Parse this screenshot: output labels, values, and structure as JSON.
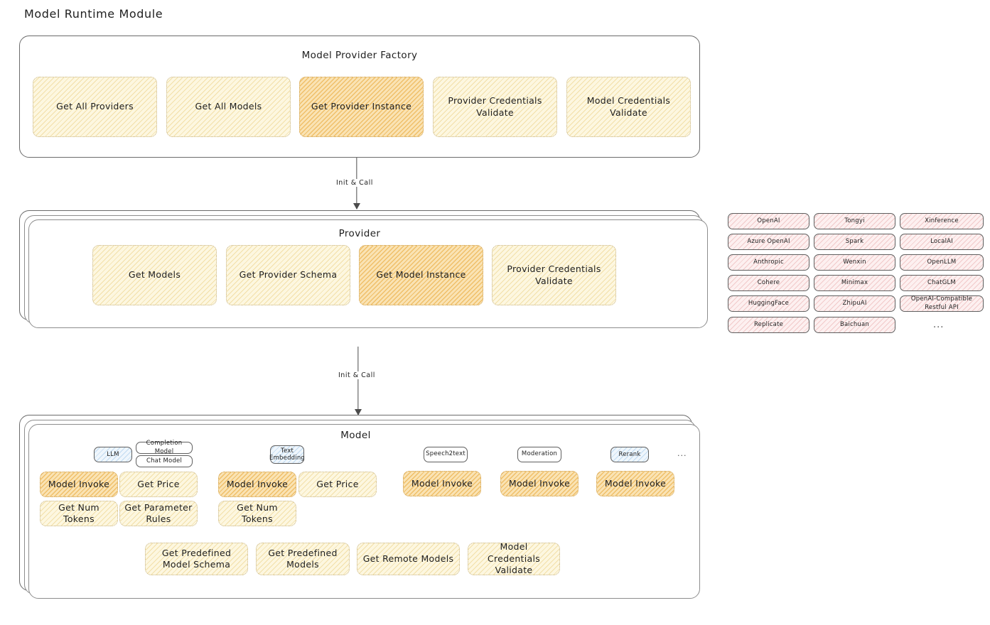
{
  "page": {
    "title": "Model Runtime Module"
  },
  "factory": {
    "title": "Model Provider Factory",
    "nodes": [
      {
        "label": "Get All Providers",
        "highlight": false
      },
      {
        "label": "Get All Models",
        "highlight": false
      },
      {
        "label": "Get Provider Instance",
        "highlight": true
      },
      {
        "label": "Provider Credentials Validate",
        "highlight": false
      },
      {
        "label": "Model Credentials Validate",
        "highlight": false
      }
    ]
  },
  "arrows": [
    {
      "label": "Init & Call"
    },
    {
      "label": "Init & Call"
    }
  ],
  "provider": {
    "title": "Provider",
    "nodes": [
      {
        "label": "Get Models",
        "highlight": false
      },
      {
        "label": "Get Provider Schema",
        "highlight": false
      },
      {
        "label": "Get Model Instance",
        "highlight": true
      },
      {
        "label": "Provider Credentials Validate",
        "highlight": false
      }
    ]
  },
  "provider_list": {
    "columns": [
      {
        "items": [
          "OpenAI",
          "Azure OpenAI",
          "Anthropic",
          "Cohere",
          "HuggingFace",
          "Replicate"
        ]
      },
      {
        "items": [
          "Tongyi",
          "Spark",
          "Wenxin",
          "Minimax",
          "ZhipuAI",
          "Baichuan"
        ]
      },
      {
        "items": [
          "Xinference",
          "LocalAI",
          "OpenLLM",
          "ChatGLM",
          "OpenAI-Compatible Restful API"
        ]
      }
    ],
    "more": "..."
  },
  "model": {
    "title": "Model",
    "more": "...",
    "types": [
      {
        "badge": "LLM",
        "badge_style": "blue",
        "sub_badges": [
          "Completion Model",
          "Chat Model"
        ],
        "methods": [
          {
            "label": "Model Invoke",
            "highlight": true
          },
          {
            "label": "Get Price",
            "highlight": false
          },
          {
            "label": "Get Num Tokens",
            "highlight": false
          },
          {
            "label": "Get Parameter Rules",
            "highlight": false
          }
        ]
      },
      {
        "badge": "Text Embedding",
        "badge_style": "blue",
        "sub_badges": [],
        "methods": [
          {
            "label": "Model Invoke",
            "highlight": true
          },
          {
            "label": "Get Price",
            "highlight": false
          },
          {
            "label": "Get Num Tokens",
            "highlight": false
          }
        ]
      },
      {
        "badge": "Speech2text",
        "badge_style": "plain",
        "sub_badges": [],
        "methods": [
          {
            "label": "Model Invoke",
            "highlight": true
          }
        ]
      },
      {
        "badge": "Moderation",
        "badge_style": "plain",
        "sub_badges": [],
        "methods": [
          {
            "label": "Model Invoke",
            "highlight": true
          }
        ]
      },
      {
        "badge": "Rerank",
        "badge_style": "blue",
        "sub_badges": [],
        "methods": [
          {
            "label": "Model Invoke",
            "highlight": true
          }
        ]
      }
    ],
    "common_methods": [
      {
        "label": "Get Predefined Model Schema"
      },
      {
        "label": "Get Predefined Models"
      },
      {
        "label": "Get Remote Models"
      },
      {
        "label": "Model Credentials Validate"
      }
    ]
  },
  "colors": {
    "highlight_fill": "#fae3b4",
    "node_fill": "#fdf7e0",
    "provider_chip_fill": "#fdf0f0",
    "badge_blue_fill": "#eff6fc",
    "stroke": "#6b6b6b"
  }
}
